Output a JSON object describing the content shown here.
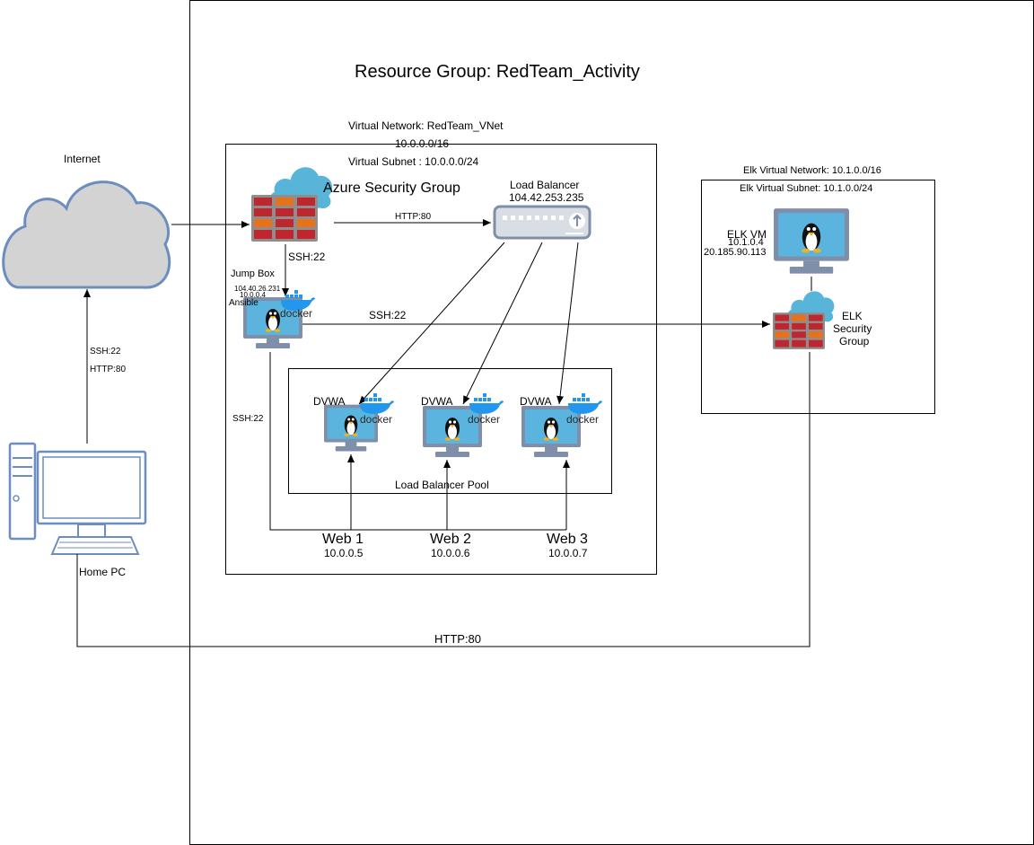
{
  "resource_group_title": "Resource Group: RedTeam_Activity",
  "vnet": {
    "name": "Virtual Network: RedTeam_VNet",
    "cidr": "10.0.0.0/16",
    "subnet": "Virtual Subnet : 10.0.0.0/24"
  },
  "internet_label": "Internet",
  "security_group_label": "Azure Security Group",
  "load_balancer": {
    "name": "Load Balancer",
    "ip": "104.42.253.235"
  },
  "jump_box": {
    "name": "Jump Box",
    "public_ip": "104.40.26.231",
    "private_ip": "10.0.0.4",
    "ansible": "Ansible"
  },
  "dvwa_label": "DVWA",
  "docker_label": "docker",
  "lb_pool_label": "Load Balancer Pool",
  "webs": [
    {
      "name": "Web 1",
      "ip": "10.0.0.5"
    },
    {
      "name": "Web 2",
      "ip": "10.0.0.6"
    },
    {
      "name": "Web 3",
      "ip": "10.0.0.7"
    }
  ],
  "home_pc_label": "Home PC",
  "elk": {
    "vnet": "Elk Virtual Network: 10.1.0.0/16",
    "subnet": "Elk Virtual Subnet: 10.1.0.0/24",
    "vm_name": "ELK VM",
    "vm_private_ip": "10.1.0.4",
    "vm_public_ip": "20.185.90.113",
    "sg_line1": "ELK",
    "sg_line2": "Security",
    "sg_line3": "Group"
  },
  "connections": {
    "http80": "HTTP:80",
    "ssh22": "SSH:22"
  },
  "colors": {
    "firewall_red": "#c0262d",
    "firewall_orange": "#e8711c",
    "monitor_frame": "#7f8fa9",
    "monitor_screen": "#5ab4de",
    "cloud_blue": "#59b4d9",
    "internet_cloud": "#d3d3d3",
    "docker_blue": "#2396ed"
  }
}
